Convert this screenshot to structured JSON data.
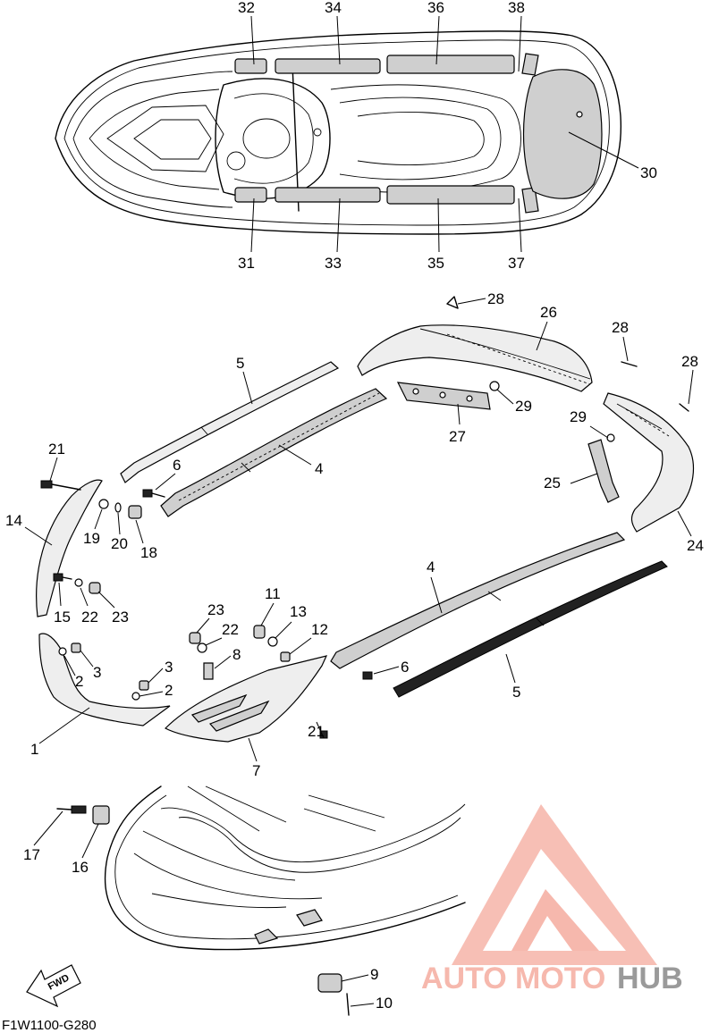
{
  "diagram": {
    "drawing_code": "F1W1100-G280",
    "fwd_label": "FWD",
    "callouts": [
      {
        "id": "c32",
        "label": "32"
      },
      {
        "id": "c34",
        "label": "34"
      },
      {
        "id": "c36",
        "label": "36"
      },
      {
        "id": "c38",
        "label": "38"
      },
      {
        "id": "c30",
        "label": "30"
      },
      {
        "id": "c31",
        "label": "31"
      },
      {
        "id": "c33",
        "label": "33"
      },
      {
        "id": "c35",
        "label": "35"
      },
      {
        "id": "c37",
        "label": "37"
      },
      {
        "id": "c28a",
        "label": "28"
      },
      {
        "id": "c26",
        "label": "26"
      },
      {
        "id": "c28b",
        "label": "28"
      },
      {
        "id": "c28c",
        "label": "28"
      },
      {
        "id": "c29a",
        "label": "29"
      },
      {
        "id": "c27",
        "label": "27"
      },
      {
        "id": "c29b",
        "label": "29"
      },
      {
        "id": "c25",
        "label": "25"
      },
      {
        "id": "c24",
        "label": "24"
      },
      {
        "id": "c5a",
        "label": "5"
      },
      {
        "id": "c4a",
        "label": "4"
      },
      {
        "id": "c6a",
        "label": "6"
      },
      {
        "id": "c21a",
        "label": "21"
      },
      {
        "id": "c14",
        "label": "14"
      },
      {
        "id": "c19",
        "label": "19"
      },
      {
        "id": "c20",
        "label": "20"
      },
      {
        "id": "c18",
        "label": "18"
      },
      {
        "id": "c15",
        "label": "15"
      },
      {
        "id": "c22a",
        "label": "22"
      },
      {
        "id": "c23a",
        "label": "23"
      },
      {
        "id": "c4b",
        "label": "4"
      },
      {
        "id": "c6b",
        "label": "6"
      },
      {
        "id": "c5b",
        "label": "5"
      },
      {
        "id": "c2a",
        "label": "2"
      },
      {
        "id": "c3a",
        "label": "3"
      },
      {
        "id": "c1",
        "label": "1"
      },
      {
        "id": "c23b",
        "label": "23"
      },
      {
        "id": "c22b",
        "label": "22"
      },
      {
        "id": "c11",
        "label": "11"
      },
      {
        "id": "c13",
        "label": "13"
      },
      {
        "id": "c12",
        "label": "12"
      },
      {
        "id": "c8",
        "label": "8"
      },
      {
        "id": "c3b",
        "label": "3"
      },
      {
        "id": "c2b",
        "label": "2"
      },
      {
        "id": "c21b",
        "label": "21"
      },
      {
        "id": "c7",
        "label": "7"
      },
      {
        "id": "c17",
        "label": "17"
      },
      {
        "id": "c16",
        "label": "16"
      },
      {
        "id": "c9",
        "label": "9"
      },
      {
        "id": "c10",
        "label": "10"
      }
    ]
  },
  "watermark": {
    "auto": "AUTO",
    "moto": "MOTO",
    "hub": "HUB",
    "color_light": "#f6b8ad",
    "color_grey": "#9a9a9a"
  }
}
